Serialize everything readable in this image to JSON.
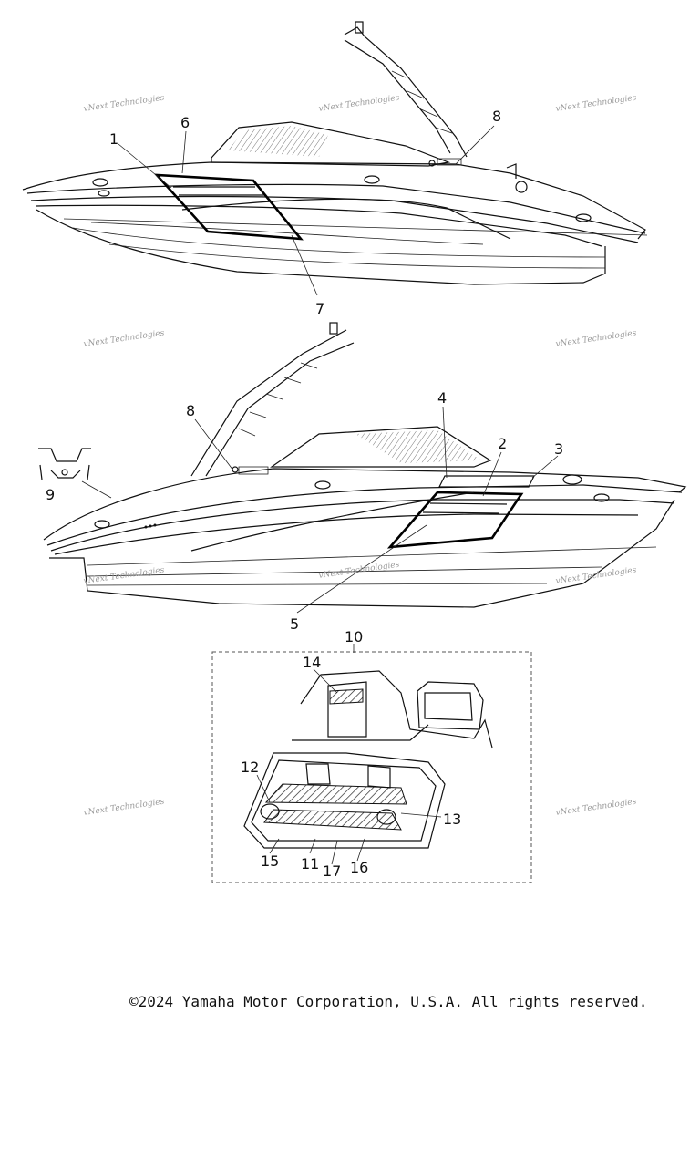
{
  "watermark": {
    "text": "vNext Technologies"
  },
  "callouts": {
    "c1": "1",
    "c2": "2",
    "c3": "3",
    "c4": "4",
    "c5": "5",
    "c6": "6",
    "c7": "7",
    "c8a": "8",
    "c8b": "8",
    "c9": "9",
    "c10": "10",
    "c11": "11",
    "c12": "12",
    "c13": "13",
    "c14": "14",
    "c15": "15",
    "c16": "16",
    "c17": "17"
  },
  "footer": {
    "copyright": "©2024 Yamaha Motor Corporation, U.S.A. All rights reserved."
  }
}
